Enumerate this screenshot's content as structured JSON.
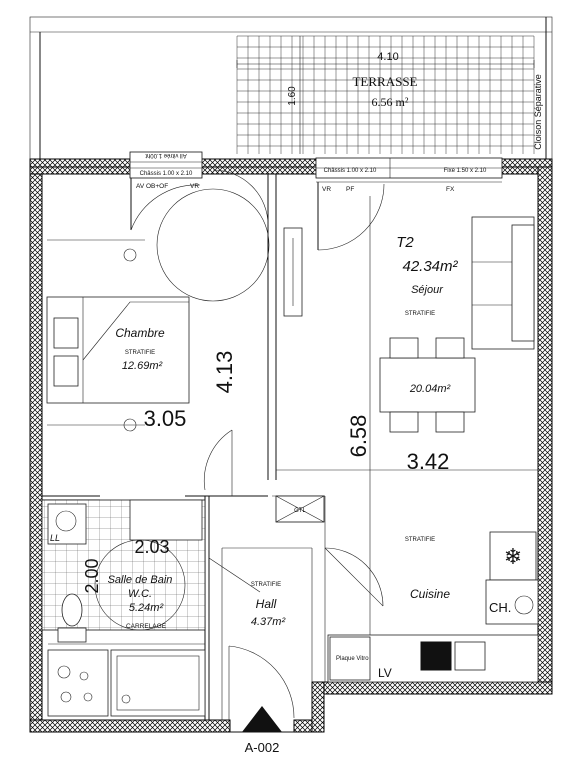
{
  "terrace": {
    "name": "TERRASSE",
    "area": "6.56 m²",
    "width_dim": "4.10",
    "depth_dim": "1.60",
    "side_note": "Cloison Séparative"
  },
  "openings": {
    "bedroom_window": "All vitrée 1.00ht",
    "bedroom_window_frame": "Châssis 1.00 x 2.10",
    "bedroom_window_codes": "AV OB+OF",
    "bedroom_vr": "VR",
    "living_window": "Châssis 1.00 x 2.10",
    "living_fixed": "Fixe 1.50 x 2.10",
    "living_pf": "PF",
    "living_fx": "FX",
    "living_vr": "VR"
  },
  "bedroom": {
    "name": "Chambre",
    "finish": "STRATIFIE",
    "area": "12.69m²",
    "dim_depth": "4.13",
    "dim_width": "3.05"
  },
  "living": {
    "unit": "T2",
    "area": "42.34m²",
    "name": "Séjour",
    "finish": "STRATIFIE",
    "sub_area": "20.04m²",
    "dim_depth": "6.58",
    "dim_width": "3.42"
  },
  "kitchen": {
    "name": "Cuisine",
    "finish": "STRATIFIE",
    "boiler": "CH.",
    "hob_label": "Plaque Vitro",
    "dishwasher": "LV",
    "snowflake": "❄"
  },
  "bathroom": {
    "name": "Salle de Bain",
    "wc": "W.C.",
    "area": "5.24m²",
    "finish": "CARRELAGE",
    "dim_width": "2.03",
    "dim_depth": "2.00",
    "washer": "LL",
    "gaine": "GTL"
  },
  "hall": {
    "name": "Hall",
    "finish": "STRATIFIE",
    "area": "4.37m²"
  },
  "entrance": {
    "code": "A-002"
  },
  "colors": {
    "line": "#111111",
    "paper": "#ffffff"
  }
}
